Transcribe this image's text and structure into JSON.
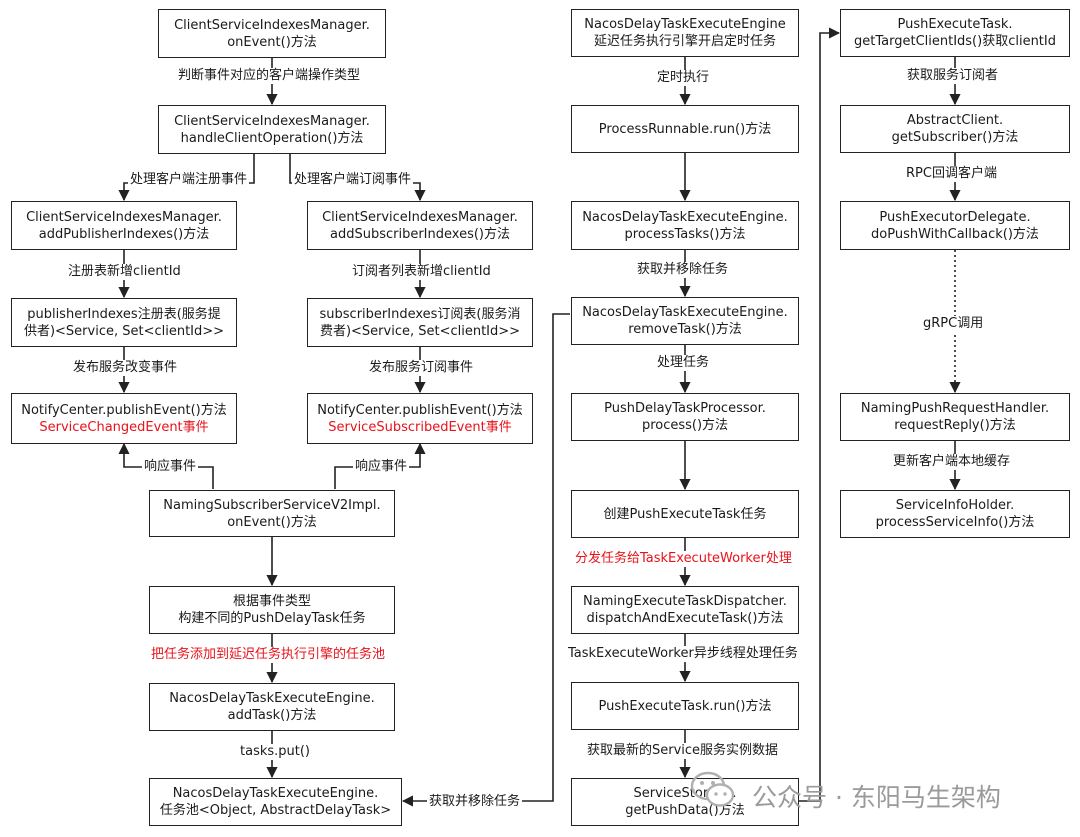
{
  "boxes": {
    "b1": [
      "ClientServiceIndexesManager.",
      "onEvent()方法"
    ],
    "b2": [
      "ClientServiceIndexesManager.",
      "handleClientOperation()方法"
    ],
    "b3": [
      "ClientServiceIndexesManager.",
      "addPublisherIndexes()方法"
    ],
    "b4": [
      "ClientServiceIndexesManager.",
      "addSubscriberIndexes()方法"
    ],
    "b5": [
      "publisherIndexes注册表(服务提",
      "供者)<Service, Set<clientId>>"
    ],
    "b6": [
      "subscriberIndexes订阅表(服务消",
      "费者)<Service, Set<clientId>>"
    ],
    "b7": [
      "NotifyCenter.publishEvent()方法",
      "ServiceChangedEvent事件"
    ],
    "b8": [
      "NotifyCenter.publishEvent()方法",
      "ServiceSubscribedEvent事件"
    ],
    "b9": [
      "NamingSubscriberServiceV2Impl.",
      "onEvent()方法"
    ],
    "b10": [
      "根据事件类型",
      "构建不同的PushDelayTask任务"
    ],
    "b11": [
      "NacosDelayTaskExecuteEngine.",
      "addTask()方法"
    ],
    "b12": [
      "NacosDelayTaskExecuteEngine.",
      "任务池<Object, AbstractDelayTask>"
    ],
    "c1": [
      "NacosDelayTaskExecuteEngine",
      "延迟任务执行引擎开启定时任务"
    ],
    "c2": [
      "ProcessRunnable.run()方法"
    ],
    "c3": [
      "NacosDelayTaskExecuteEngine.",
      "processTasks()方法"
    ],
    "c4": [
      "NacosDelayTaskExecuteEngine.",
      "removeTask()方法"
    ],
    "c5": [
      "PushDelayTaskProcessor.",
      "process()方法"
    ],
    "c6": [
      "创建PushExecuteTask任务"
    ],
    "c7": [
      "NamingExecuteTaskDispatcher.",
      "dispatchAndExecuteTask()方法"
    ],
    "c8": [
      "PushExecuteTask.run()方法"
    ],
    "c9": [
      "ServiceStorage.",
      "getPushData()方法"
    ],
    "d1": [
      "PushExecuteTask.",
      "getTargetClientIds()获取clientId"
    ],
    "d2": [
      "AbstractClient.",
      "getSubscriber()方法"
    ],
    "d3": [
      "PushExecutorDelegate.",
      "doPushWithCallback()方法"
    ],
    "d4": [
      "NamingPushRequestHandler.",
      "requestReply()方法"
    ],
    "d5": [
      "ServiceInfoHolder.",
      "processServiceInfo()方法"
    ]
  },
  "labels": {
    "l1": "判断事件对应的客户端操作类型",
    "l2": "处理客户端注册事件",
    "l3": "处理客户端订阅事件",
    "l4": "注册表新增clientId",
    "l5": "订阅者列表新增clientId",
    "l6": "发布服务改变事件",
    "l7": "发布服务订阅事件",
    "l8": "响应事件",
    "l9": "响应事件",
    "l10": "把任务添加到延迟任务执行引擎的任务池",
    "l11": "tasks.put()",
    "l12": "获取并移除任务",
    "m1": "定时执行",
    "m2": "获取并移除任务",
    "m3": "处理任务",
    "m4": "分发任务给TaskExecuteWorker处理",
    "m5": "TaskExecuteWorker异步线程处理任务",
    "m6": "获取最新的Service服务实例数据",
    "n1": "获取服务订阅者",
    "n2": "RPC回调客户端",
    "n3": "gRPC调用",
    "n4": "更新客户端本地缓存"
  },
  "watermark": "公众号 · 东阳马生架构",
  "colors": {
    "highlight": "#e8121a",
    "line": "#222222"
  }
}
